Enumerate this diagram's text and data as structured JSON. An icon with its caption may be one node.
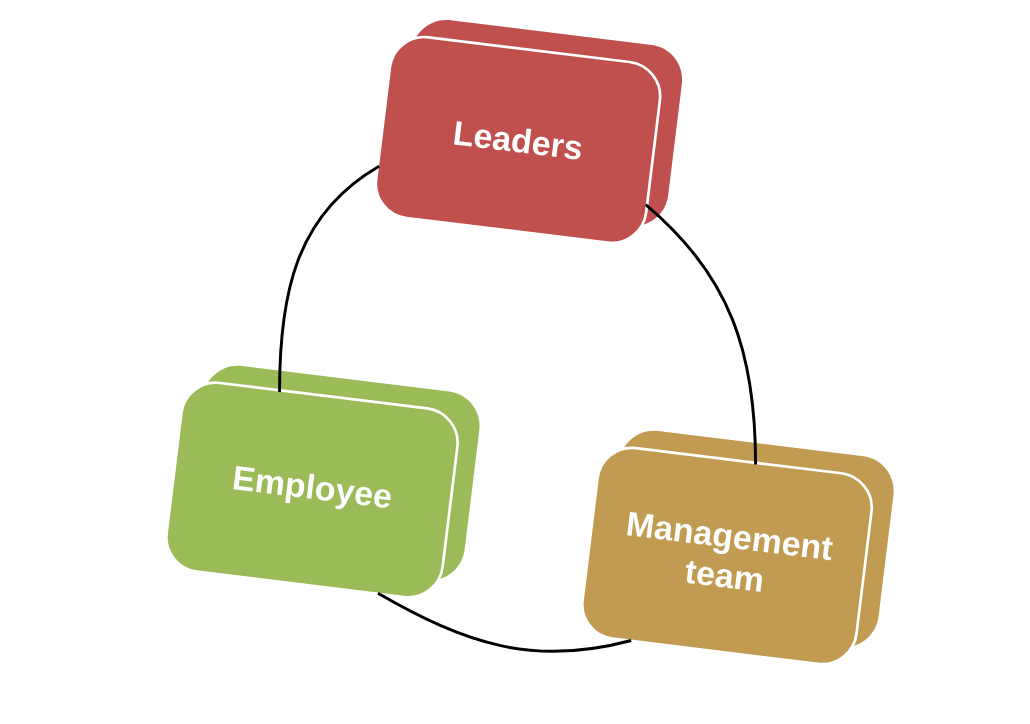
{
  "diagram": {
    "nodes": [
      {
        "text": [
          "Leaders"
        ]
      },
      {
        "text": [
          "Employee"
        ]
      },
      {
        "text": [
          "Management team"
        ]
      }
    ],
    "edges": [
      {
        "from": 0,
        "to": 1,
        "arrow": "none"
      },
      {
        "from": 0,
        "to": 2,
        "arrow": "none"
      },
      {
        "from": 1,
        "to": 2,
        "arrow": "none"
      }
    ]
  }
}
